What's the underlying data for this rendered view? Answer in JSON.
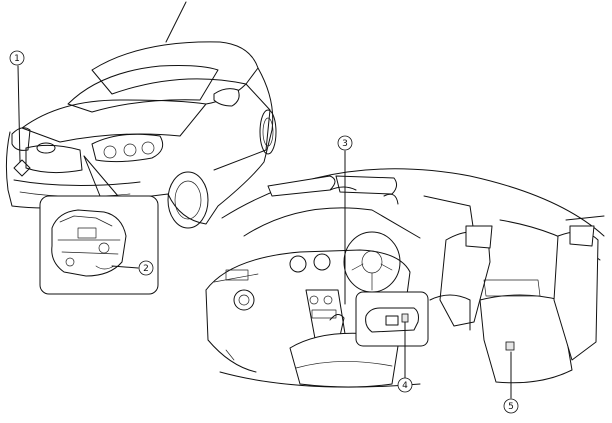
{
  "callouts": [
    {
      "id": 1,
      "label": "①"
    },
    {
      "id": 2,
      "label": "②"
    },
    {
      "id": 3,
      "label": "③"
    },
    {
      "id": 4,
      "label": "④"
    },
    {
      "id": 5,
      "label": "⑤"
    }
  ],
  "colors": {
    "line": "#111111",
    "background": "#ffffff"
  }
}
